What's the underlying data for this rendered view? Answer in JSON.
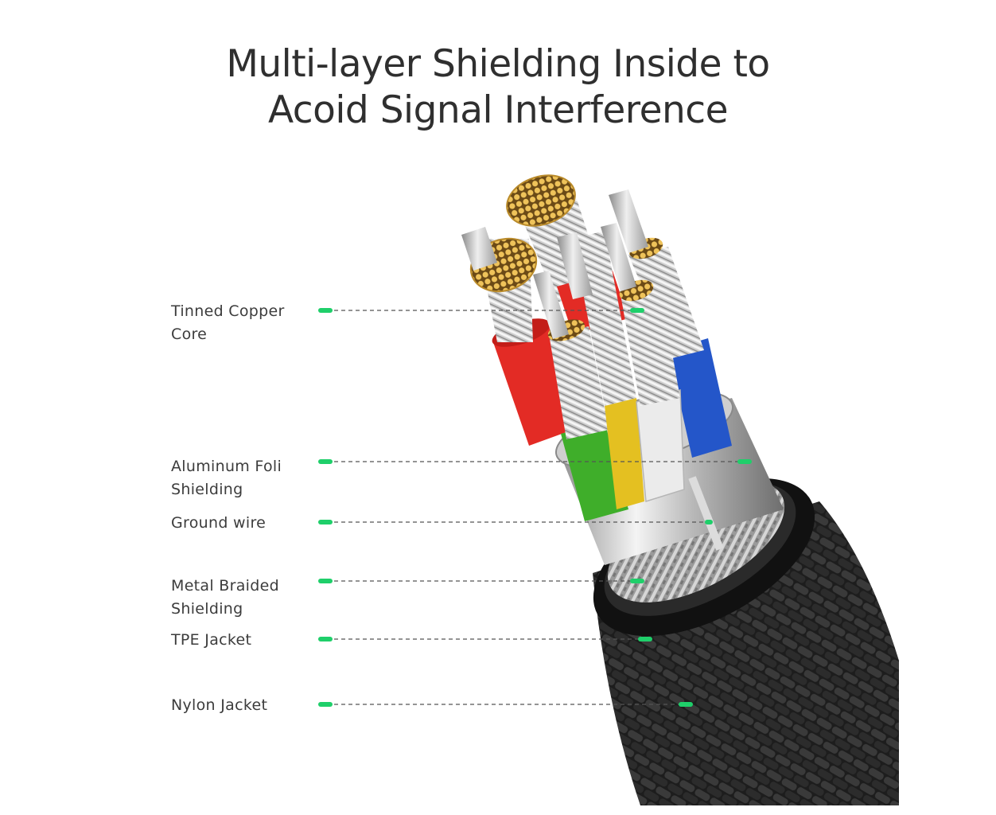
{
  "title": {
    "line1": "Multi-layer Shielding Inside to",
    "line2": "Acoid Signal Interference"
  },
  "colors": {
    "accent": "#1fcf6a",
    "red_wire": "#e32b25",
    "green_wire": "#3fae2a",
    "yellow_wire": "#e4c021",
    "white_wire": "#e8e8e8",
    "blue_wire": "#2456c9",
    "jacket": "#1c1c1c"
  },
  "layers": [
    {
      "line1": "Tinned Copper",
      "line2": "Core"
    },
    {
      "line1": "Aluminum Foli",
      "line2": "Shielding"
    },
    {
      "line1": "Ground wire",
      "line2": ""
    },
    {
      "line1": "Metal Braided",
      "line2": "Shielding"
    },
    {
      "line1": "TPE Jacket",
      "line2": ""
    },
    {
      "line1": "Nylon Jacket",
      "line2": ""
    }
  ]
}
